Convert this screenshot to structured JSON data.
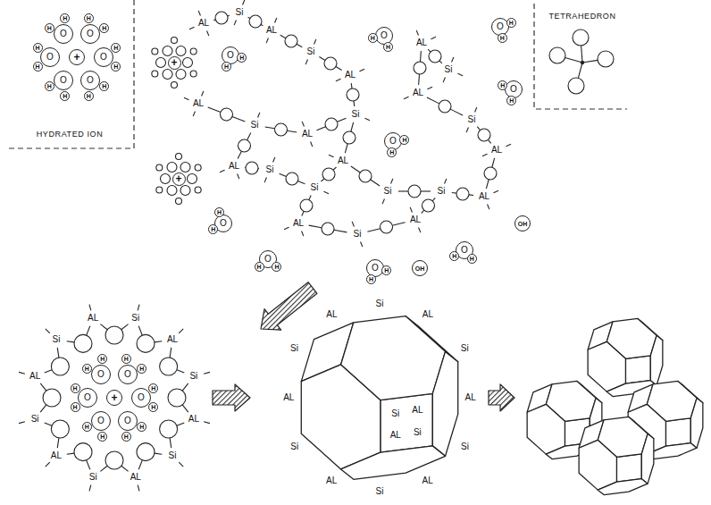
{
  "diagram": {
    "nodes": [
      {
        "text": [
          "+"
        ]
      },
      {
        "text": [
          "O"
        ]
      },
      {
        "text": [
          "H"
        ]
      },
      {
        "text": [
          "H"
        ]
      },
      {
        "text": [
          "O"
        ]
      },
      {
        "text": [
          "H"
        ]
      },
      {
        "text": [
          "H"
        ]
      },
      {
        "text": [
          "O"
        ]
      },
      {
        "text": [
          "H"
        ]
      },
      {
        "text": [
          "H"
        ]
      },
      {
        "text": [
          "O"
        ]
      },
      {
        "text": [
          "H"
        ]
      },
      {
        "text": [
          "H"
        ]
      },
      {
        "text": [
          "O"
        ]
      },
      {
        "text": [
          "H"
        ]
      },
      {
        "text": [
          "H"
        ]
      },
      {
        "text": [
          "O"
        ]
      },
      {
        "text": [
          "H"
        ]
      },
      {
        "text": [
          "H"
        ]
      },
      {
        "text": [
          "+"
        ]
      },
      {
        "text": [
          "O"
        ]
      },
      {
        "text": [
          "H"
        ]
      },
      {
        "text": [
          "H"
        ]
      },
      {
        "text": [
          "O"
        ]
      },
      {
        "text": [
          "H"
        ]
      },
      {
        "text": [
          "H"
        ]
      },
      {
        "text": [
          "O"
        ]
      },
      {
        "text": [
          "H"
        ]
      },
      {
        "text": [
          "H"
        ]
      },
      {
        "text": [
          "O"
        ]
      },
      {
        "text": [
          "H"
        ]
      },
      {
        "text": [
          "H"
        ]
      },
      {
        "text": [
          "O"
        ]
      },
      {
        "text": [
          "H"
        ]
      },
      {
        "text": [
          "H"
        ]
      },
      {
        "text": [
          "+"
        ]
      },
      {
        "text": [
          "O"
        ]
      },
      {
        "text": [
          "H"
        ]
      },
      {
        "text": [
          "H"
        ]
      },
      {
        "text": [
          "O"
        ]
      },
      {
        "text": [
          "H"
        ]
      },
      {
        "text": [
          "H"
        ]
      },
      {
        "text": [
          "O"
        ]
      },
      {
        "text": [
          "H"
        ]
      },
      {
        "text": [
          "H"
        ]
      },
      {
        "text": [
          "OH"
        ]
      },
      {
        "text": [
          "O"
        ]
      },
      {
        "text": [
          "H"
        ]
      },
      {
        "text": [
          "H"
        ]
      },
      {
        "text": [
          "OH"
        ]
      },
      {
        "text": [
          "+"
        ]
      },
      {
        "text": [
          "O"
        ]
      },
      {
        "text": [
          "H"
        ]
      },
      {
        "text": [
          "H"
        ]
      },
      {
        "text": [
          "O"
        ]
      },
      {
        "text": [
          "H"
        ]
      },
      {
        "text": [
          "H"
        ]
      },
      {
        "text": [
          "O"
        ]
      },
      {
        "text": [
          "H"
        ]
      },
      {
        "text": [
          "H"
        ]
      },
      {
        "text": [
          "O"
        ]
      },
      {
        "text": [
          "H"
        ]
      },
      {
        "text": [
          "H"
        ]
      },
      {
        "text": [
          "O"
        ]
      },
      {
        "text": [
          "H"
        ]
      },
      {
        "text": [
          "H"
        ]
      },
      {
        "text": [
          "O"
        ]
      },
      {
        "text": [
          "H"
        ]
      },
      {
        "text": [
          "H"
        ]
      }
    ],
    "labels": [
      "HYDRATED ION",
      "TETRAHEDRON",
      "AL",
      "Si",
      "AL",
      "Si",
      "AL",
      "AL",
      "Si",
      "AL",
      "Si",
      "AL",
      "Si",
      "AL",
      "Si",
      "AL",
      "Si",
      "AL",
      "Si",
      "AL",
      "Si",
      "Si",
      "AL",
      "AL",
      "Si",
      "AL",
      "Si",
      "AL",
      "Si",
      "AL",
      "Si",
      "AL",
      "Si",
      "AL",
      "Si",
      "AL",
      "Si",
      "AL",
      "Si",
      "AL",
      "Si",
      "AL",
      "Si",
      "AL",
      "Si",
      "AL",
      "Si",
      "AL",
      "Si",
      "AL",
      "Si",
      "AL",
      "Si",
      "AL"
    ]
  }
}
